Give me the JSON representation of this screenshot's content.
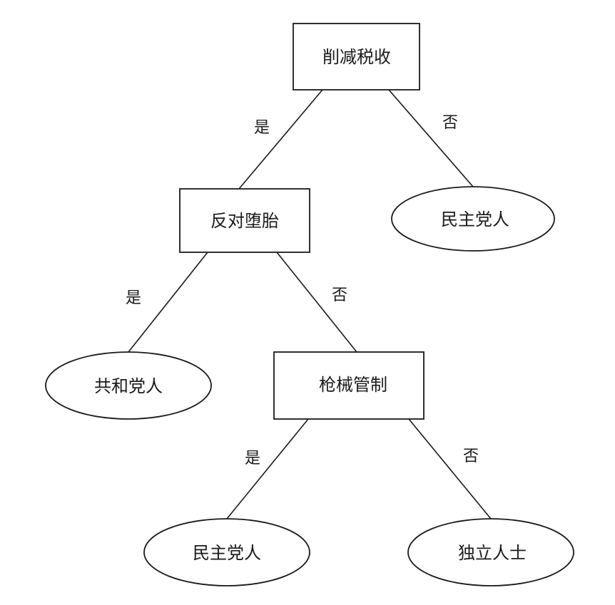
{
  "nodes": {
    "tax_cut": {
      "label": "削减税收"
    },
    "anti_abortion": {
      "label": "反对堕胎"
    },
    "democrat_right": {
      "label": "民主党人"
    },
    "republican": {
      "label": "共和党人"
    },
    "gun_control": {
      "label": "枪械管制"
    },
    "democrat_bottom": {
      "label": "民主党人"
    },
    "independent": {
      "label": "独立人士"
    }
  },
  "edges": {
    "tax_cut_yes": "是",
    "tax_cut_no": "否",
    "anti_abortion_yes": "是",
    "anti_abortion_no": "否",
    "gun_control_yes": "是",
    "gun_control_no": "否"
  },
  "colors": {
    "stroke": "#1a1a1a",
    "background": "#ffffff"
  }
}
